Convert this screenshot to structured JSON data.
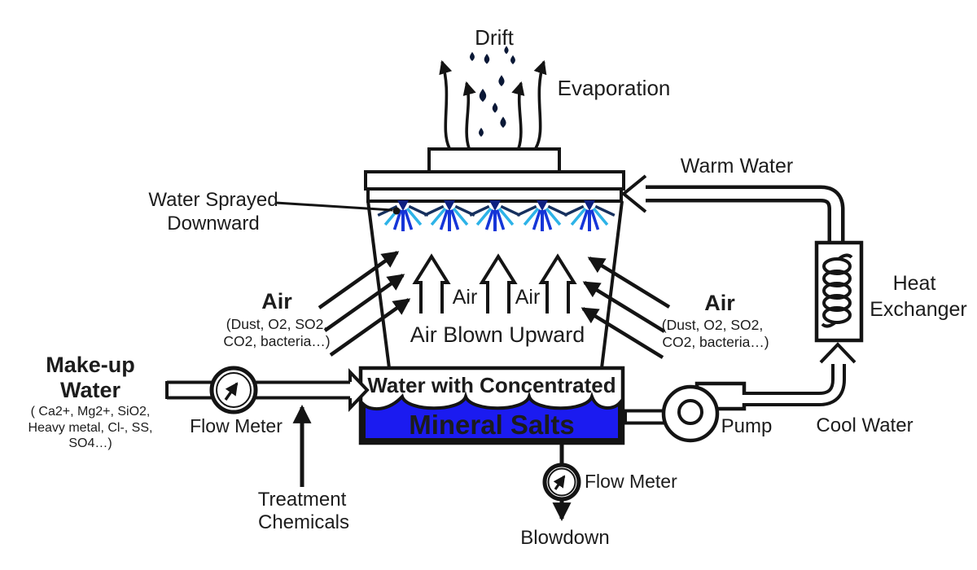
{
  "diagram": {
    "title": "Cooling tower water circuit diagram",
    "colors": {
      "red": "#e8191c",
      "basin_blue": "#1b1bf0",
      "spray_navy": "#16305e",
      "spray_cyan": "#2db3e8",
      "spray_blue": "#1636d8",
      "nozzle_navy": "#0d2080",
      "droplet": "#0a1836",
      "white_text": "#ffffff",
      "dark_text": "#2d2d2d",
      "line": "#141414"
    },
    "labels": {
      "drift": "Drift",
      "evaporation": "Evaporation",
      "warm_water": "Warm Water",
      "water_sprayed_line1": "Water Sprayed",
      "water_sprayed_line2": "Downward",
      "air_left_title": "Air",
      "air_left_line1": "(Dust, O2, SO2,",
      "air_left_line2": "CO2, bacteria…)",
      "air_center_1": "Air",
      "air_center_2": "Air",
      "air_blown_upward": "Air Blown Upward",
      "air_right_title": "Air",
      "air_right_line1": "(Dust, O2, SO2,",
      "air_right_line2": "CO2, bacteria…)",
      "makeup_line1": "Make-up",
      "makeup_line2": "Water",
      "makeup_line3": "( Ca2+, Mg2+, SiO2,",
      "makeup_line4": "Heavy metal, Cl-, SS,",
      "makeup_line5": "SO4…)",
      "flow_meter_left": "Flow Meter",
      "treatment_line1": "Treatment",
      "treatment_line2": "Chemicals",
      "basin_line1": "Water with Concentrated",
      "basin_line2": "Mineral Salts",
      "pump": "Pump",
      "cool_water": "Cool Water",
      "heat_exchanger_line1": "Heat",
      "heat_exchanger_line2": "Exchanger",
      "flow_meter_bottom": "Flow Meter",
      "blowdown": "Blowdown"
    }
  }
}
